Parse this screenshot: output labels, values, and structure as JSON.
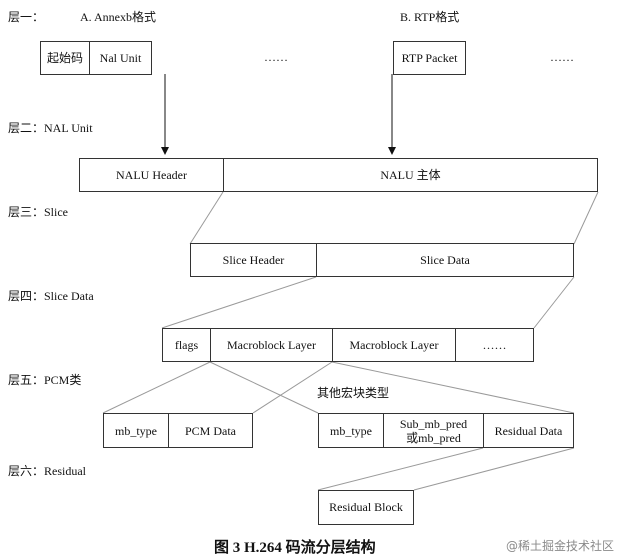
{
  "layers": {
    "l1": "层一：",
    "l2": "层二：NAL Unit",
    "l3": "层三：Slice",
    "l4": "层四：Slice Data",
    "l5": "层五：PCM类",
    "l6": "层六：Residual"
  },
  "format_labels": {
    "annexb": "A. Annexb格式",
    "rtp": "B. RTP格式"
  },
  "annexb_row": {
    "start_code": "起始码",
    "nal_unit": "Nal Unit",
    "ellipsis": "……"
  },
  "rtp_row": {
    "packet": "RTP Packet",
    "ellipsis": "……"
  },
  "nalu_row": {
    "header": "NALU Header",
    "body": "NALU 主体"
  },
  "slice_row": {
    "header": "Slice Header",
    "data": "Slice Data"
  },
  "slicedata_row": {
    "flags": "flags",
    "mb1": "Macroblock Layer",
    "mb2": "Macroblock Layer",
    "ellipsis": "……"
  },
  "other_mb_label": "其他宏块类型",
  "pcm_row": {
    "mb_type": "mb_type",
    "pcm_data": "PCM Data"
  },
  "other_row": {
    "mb_type": "mb_type",
    "sub_mb_pred_1": "Sub_mb_pred",
    "sub_mb_pred_2": "或mb_pred",
    "residual_data": "Residual Data"
  },
  "residual_block": "Residual Block",
  "caption": "图 3 H.264 码流分层结构",
  "watermark": "@稀土掘金技术社区",
  "colors": {
    "border": "#333333",
    "text": "#111111",
    "watermark": "#8a8a8a"
  }
}
